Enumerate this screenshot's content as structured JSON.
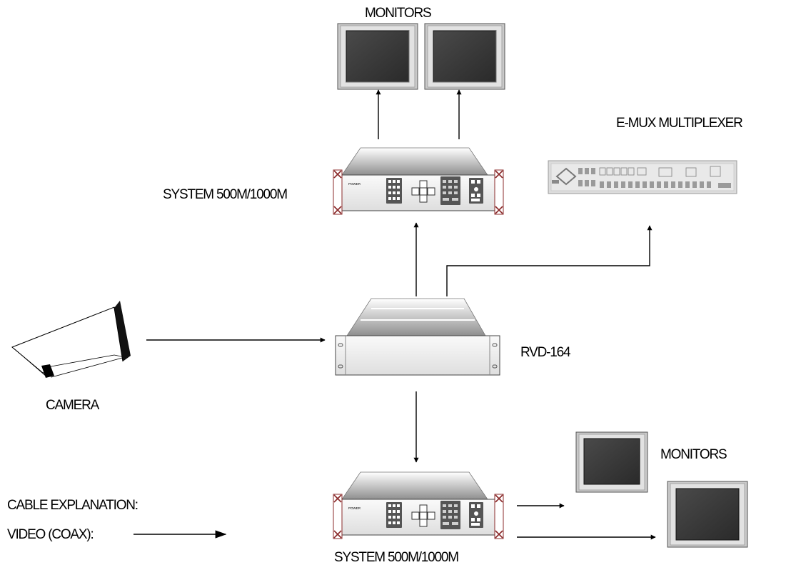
{
  "labels": {
    "monitors_top": "MONITORS",
    "system_top": "SYSTEM 500M/1000M",
    "emux": "E-MUX MULTIPLEXER",
    "rvd": "RVD-164",
    "camera": "CAMERA",
    "monitors_bottom": "MONITORS",
    "cable_explanation": "CABLE EXPLANATION:",
    "video_coax": "VIDEO (COAX):",
    "system_bottom": "SYSTEM 500M/1000M"
  },
  "colors": {
    "line": "#000000",
    "monitor_frame": "#c8c8c8",
    "monitor_screen": "#3a3a3a",
    "device_body": "#f0f0f0",
    "device_shadow": "#9a9a9a",
    "rack_ear": "#8b2b2b"
  }
}
